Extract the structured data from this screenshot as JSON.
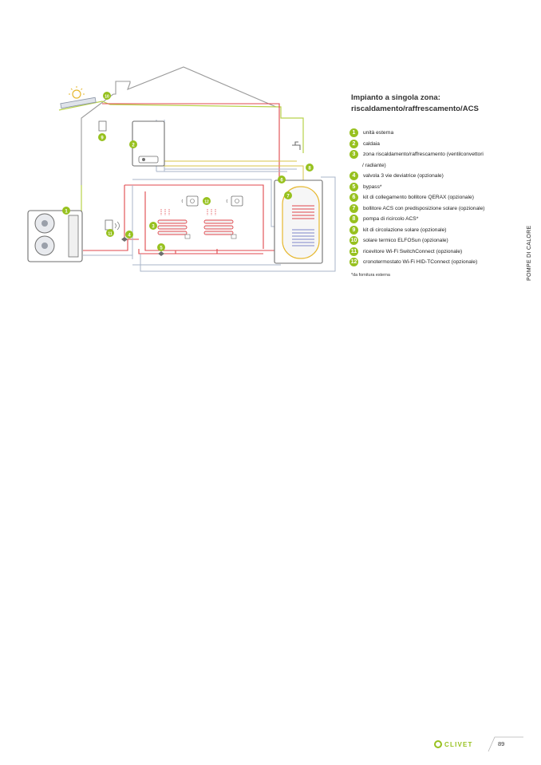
{
  "title": {
    "line1": "Impianto a singola zona:",
    "line2": "riscaldamento/raffrescamento/ACS"
  },
  "legend": [
    {
      "num": "1",
      "text": "unità esterna"
    },
    {
      "num": "2",
      "text": "caldaia"
    },
    {
      "num": "3",
      "text": "zona riscaldamento/raffrescamento (ventilconvettori"
    },
    {
      "num": "",
      "text": "/ radiante)"
    },
    {
      "num": "4",
      "text": "valvola 3 vie deviatrice (opzionale)"
    },
    {
      "num": "5",
      "text": "bypass*"
    },
    {
      "num": "6",
      "text": "kit di collegamento bollitore QERAX (opzionale)"
    },
    {
      "num": "7",
      "text": "bollitore ACS con predisposizione solare (opzionale)"
    },
    {
      "num": "8",
      "text": "pompa di ricircolo ACS*"
    },
    {
      "num": "9",
      "text": "kit di circolazione solare (opzionale)"
    },
    {
      "num": "10",
      "text": "solare termico ELFOSun (opzionale)"
    },
    {
      "num": "11",
      "text": "ricevitore Wi-Fi SwitchConnect (opzionale)"
    },
    {
      "num": "12",
      "text": "cronotermostato Wi-Fi HID-TConnect (opzionale)"
    }
  ],
  "footnote": "*da fornitura esterna",
  "side_tab": "POMPE DI CALORE",
  "diagram_markers": {
    "m1": "1",
    "m2": "2",
    "m3": "3",
    "m4": "4",
    "m5": "5",
    "m6": "6",
    "m7": "7",
    "m8": "8",
    "m9": "9",
    "m10": "10",
    "m11": "11",
    "m12": "12"
  },
  "footer": {
    "brand": "CLIVET",
    "page_number": "89"
  },
  "colors": {
    "accent": "#97c11f",
    "pipe_hot": "#e0474c",
    "pipe_cold": "#a9b6c9",
    "solar": "#d7c44a",
    "house_line": "#9a9a9a"
  }
}
